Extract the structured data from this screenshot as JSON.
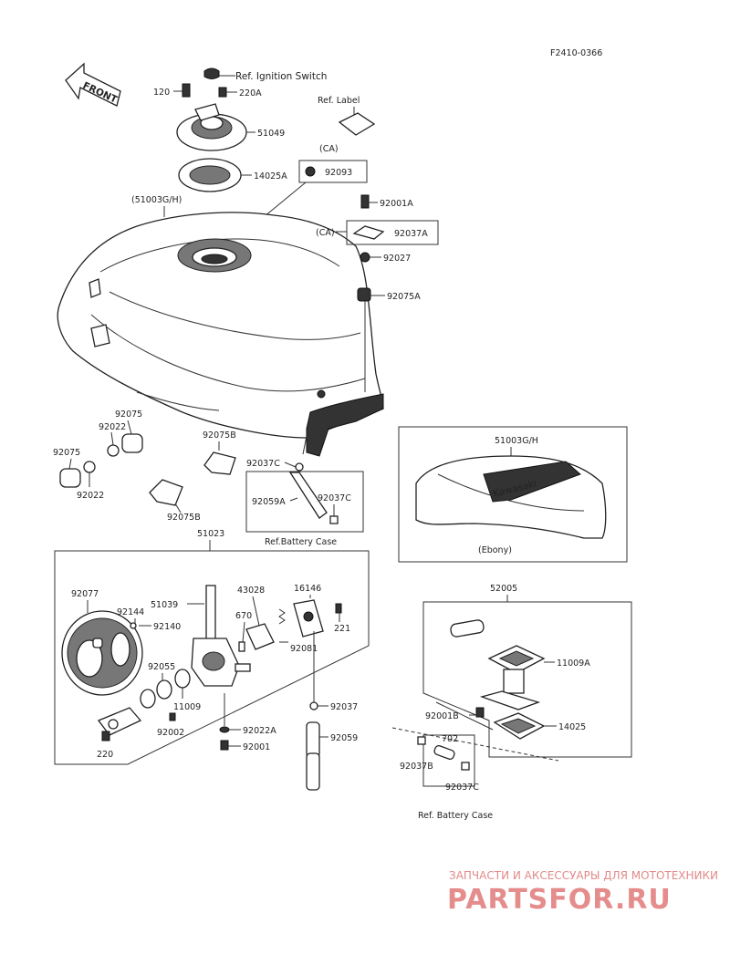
{
  "diagram_id": "F2410-0366",
  "front_label": "FRONT",
  "ref_ignition": "Ref. Ignition Switch",
  "ref_label": "Ref. Label",
  "ref_battery_case": "Ref.Battery Case",
  "ref_battery_case_2": "Ref. Battery Case",
  "ca": "(CA)",
  "ca_2": "(CA)",
  "ebony": "(Ebony)",
  "tank_brand": "Kawasaki",
  "parts": {
    "p120": "120",
    "p220A": "220A",
    "p51049": "51049",
    "p14025A": "14025A",
    "p92093": "92093",
    "p51003GH": "(51003G/H)",
    "p92001A": "92001A",
    "p92037A": "92037A",
    "p92027": "92027",
    "p92075A": "92075A",
    "p92075_a": "92075",
    "p92022_a": "92022",
    "p92075_b": "92075",
    "p92022_b": "92022",
    "p92075B_a": "92075B",
    "p92075B_b": "92075B",
    "p92037C_a": "92037C",
    "p92059A": "92059A",
    "p92037C_b": "92037C",
    "p51003GH_b": "51003G/H",
    "p51023": "51023",
    "p92077": "92077",
    "p92144": "92144",
    "p92140": "92140",
    "p51039": "51039",
    "p43028": "43028",
    "p670": "670",
    "p16146": "16146",
    "p221": "221",
    "p92081": "92081",
    "p92055": "92055",
    "p11009": "11009",
    "p92002": "92002",
    "p220": "220",
    "p92022A": "92022A",
    "p92001": "92001",
    "p92037": "92037",
    "p92059": "92059",
    "p52005": "52005",
    "p11009A": "11009A",
    "p92001B": "92001B",
    "p14025": "14025",
    "p702": "702",
    "p92037B": "92037B",
    "p92037C_c": "92037C"
  },
  "watermark": {
    "line1": "ЗАПЧАСТИ И АКСЕССУАРЫ ДЛЯ МОТОТЕХНИКИ",
    "line2": "PARTSFOR.RU",
    "color": "#e58c8c"
  }
}
